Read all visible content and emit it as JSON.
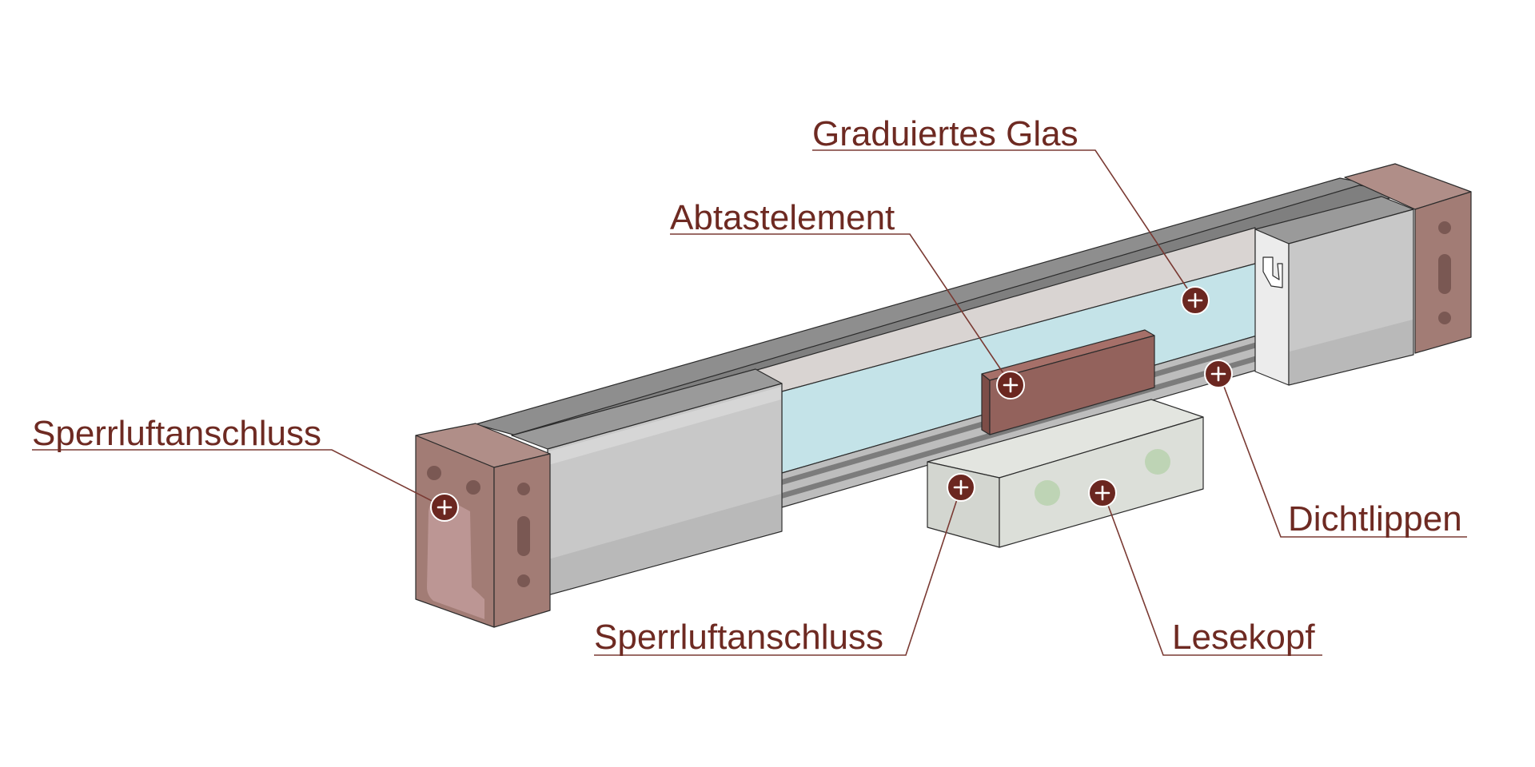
{
  "diagram": {
    "callouts": [
      {
        "id": "graduiertes-glas",
        "label": "Graduiertes Glas"
      },
      {
        "id": "abtastelement",
        "label": "Abtastelement"
      },
      {
        "id": "sperrluftanschluss-left",
        "label": "Sperrluftanschluss"
      },
      {
        "id": "dichtlippen",
        "label": "Dichtlippen"
      },
      {
        "id": "sperrluftanschluss-bottom",
        "label": "Sperrluftanschluss"
      },
      {
        "id": "lesekopf",
        "label": "Lesekopf"
      }
    ],
    "colors": {
      "label": "#6e2a22",
      "hotspot": "#6b2720",
      "end_cap": "#a27c75",
      "glass": "#c4e3e8",
      "housing_top": "#8e8e8e",
      "housing_side": "#c8c8c8",
      "scanning_element": "#93625c",
      "reading_head": "#d6d9d3"
    }
  }
}
